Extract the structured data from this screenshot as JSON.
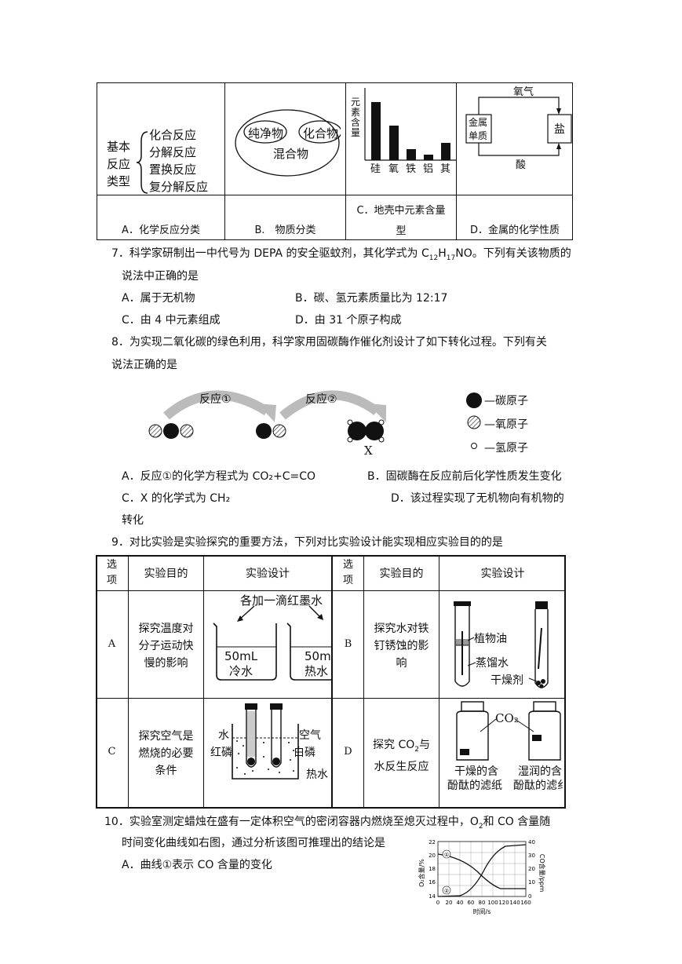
{
  "top_table": {
    "a": {
      "left1": "基本",
      "left2": "反应",
      "left3": "类型",
      "items": [
        "化合反应",
        "分解反应",
        "置换反应",
        "复分解反应"
      ],
      "caption": "A．化学反应分类"
    },
    "b": {
      "ellipse1": "纯净物",
      "ellipse2": "化合物",
      "outer": "混合物",
      "caption": "B.　物质分类"
    },
    "c": {
      "ylabel": "元素含量",
      "bars": [
        "硅",
        "氧",
        "铁",
        "铝",
        "其"
      ],
      "caption1": "C．地壳中元素含量",
      "caption2": "型"
    },
    "d": {
      "top": "氧气",
      "left1": "金属",
      "left2": "单质",
      "right": "盐",
      "bottom": "酸",
      "caption": "D．金属的化学性质"
    }
  },
  "q7": {
    "stem1": "7．科学家研制出一中代号为 DEPA 的安全驱蚊剂，其化学式为 C",
    "sub1": "12",
    "mid": "H",
    "sub2": "17",
    "stem2": "NO。下列有关该物质的",
    "stem3": "说法中正确的是",
    "optA": "A．属于无机物",
    "optB": "B．碳、氢元素质量比为 12:17",
    "optC": "C．由 4 中元素组成",
    "optD": "D．由 31 个原子构成"
  },
  "q8": {
    "stem1": "8．为实现二氧化碳的绿色利用，科学家用固碳酶作催化剂设计了如下转化过程。下列有关",
    "stem2": "说法正确的是",
    "reaction1": "反应①",
    "reaction2": "反应②",
    "x": "X",
    "legend": [
      "—碳原子",
      "—氧原子",
      "—氢原子"
    ],
    "optA": "A．反应①的化学方程式为 CO₂+C=CO",
    "optB": "B．固碳酶在反应前后化学性质发生变化",
    "optC": "C．X 的化学式为 CH₂",
    "optD": "D．该过程实现了无机物向有机物的",
    "optD2": "转化"
  },
  "q9": {
    "stem": "9．对比实验是实验探究的重要方法，下列对比实验设计能实现相应实验目的的是",
    "head": {
      "opt1": "选",
      "opt2": "项",
      "aim": "实验目的",
      "design": "实验设计"
    },
    "A": {
      "label": "A",
      "aim": [
        "探究温度对",
        "分子运动快",
        "慢的影响"
      ],
      "top": "各加一滴红墨水",
      "b1a": "50mL",
      "b1b": "冷水",
      "b2a": "50m",
      "b2b": "热水"
    },
    "B": {
      "label": "B",
      "aim": [
        "探究水对铁",
        "钉锈蚀的影",
        "响"
      ],
      "l1": "植物油",
      "l2": "蒸馏水",
      "l3": "干燥剂"
    },
    "C": {
      "label": "C",
      "aim": [
        "探究空气是",
        "燃烧的必要",
        "条件"
      ],
      "l1": "水",
      "l2": "红磷",
      "r1": "空气",
      "r2": "白磷",
      "r3": "热水"
    },
    "D": {
      "label": "D",
      "aim1": "探究 CO",
      "aimsub": "2",
      "aim1b": "与",
      "aim2": "水反生反应",
      "co2": "CO₂",
      "b1a": "干燥的含",
      "b1b": "酚酞的滤纸",
      "b2a": "湿润的含",
      "b2b": "酚酞的滤纟"
    }
  },
  "q10": {
    "stem1": "10．实验室测定蜡烛在盛有一定体积空气的密闭容器内燃烧至熄灭过程中，O",
    "sub": "2",
    "stem1b": "和 CO 含量随",
    "stem2": "时间变化曲线如右图，通过分析该图可推理出的结论是",
    "optA": "A．曲线①表示 CO 含量的变化",
    "chart_y_left": "O₂含量/%",
    "chart_y_right": "CO含量/ppm",
    "chart_x": "时间/s",
    "left_ticks": [
      "22",
      "20",
      "18",
      "16",
      "14"
    ],
    "right_ticks": [
      "40",
      "30",
      "20",
      "10",
      "0"
    ],
    "x_ticks": [
      "0",
      "20",
      "40",
      "60",
      "80",
      "100",
      "120",
      "140",
      "160"
    ],
    "curve1": "①",
    "curve2": "②"
  }
}
